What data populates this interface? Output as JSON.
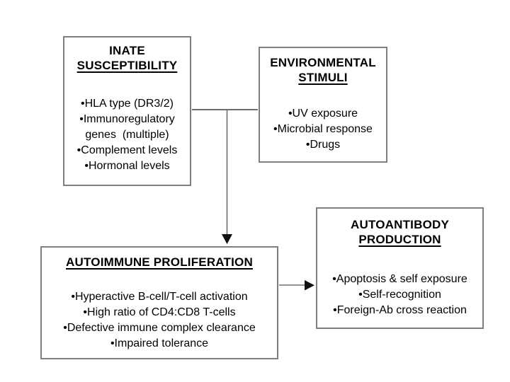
{
  "diagram": {
    "bullet_char": "•",
    "colors": {
      "background": "#ffffff",
      "box_border": "#7f7f7f",
      "connector": "#6e6e6e",
      "arrowhead": "#111111",
      "text": "#000000"
    },
    "boxes": [
      {
        "name": "innate-susceptibility",
        "title_lines": [
          {
            "text": "INATE",
            "underline": false
          },
          {
            "text": "SUSCEPTIBILITY",
            "underline": true
          }
        ],
        "items": [
          "HLA type (DR3/2)",
          "Immunoregulatory genes  (multiple)",
          "Complement levels",
          "Hormonal levels"
        ]
      },
      {
        "name": "environmental-stimuli",
        "title_lines": [
          {
            "text": "ENVIRONMENTAL",
            "underline": false
          },
          {
            "text": "STIMULI",
            "underline": true
          }
        ],
        "items": [
          "UV exposure",
          "Microbial response",
          "Drugs"
        ]
      },
      {
        "name": "autoimmune-proliferation",
        "title_lines": [
          {
            "text": "AUTOIMMUNE PROLIFERATION",
            "underline": true
          }
        ],
        "items": [
          "Hyperactive B-cell/T-cell activation",
          "High ratio of CD4:CD8 T-cells",
          "Defective immune complex clearance",
          "Impaired tolerance"
        ]
      },
      {
        "name": "autoantibody-production",
        "title_lines": [
          {
            "text": "AUTOANTIBODY",
            "underline": false
          },
          {
            "text": "PRODUCTION",
            "underline": true
          }
        ],
        "items": [
          "Apoptosis & self exposure",
          "Self-recognition",
          "Foreign-Ab cross reaction"
        ]
      }
    ]
  }
}
